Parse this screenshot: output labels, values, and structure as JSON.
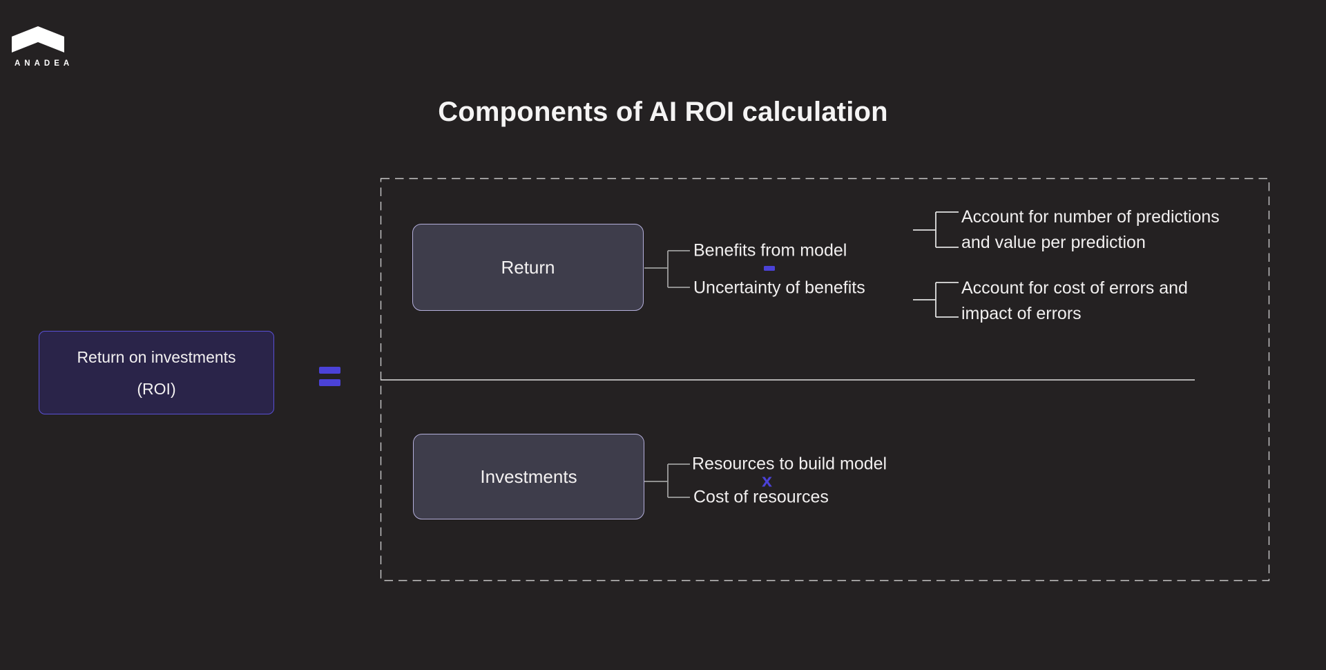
{
  "brand": {
    "name": "ANADEA"
  },
  "title": "Components of AI ROI calculation",
  "roi": {
    "line1": "Return on investments",
    "line2": "(ROI)"
  },
  "operators": {
    "equals": "=",
    "minus": "-",
    "multiply": "x"
  },
  "formula": {
    "numerator": {
      "label": "Return",
      "terms": [
        "Benefits from model",
        "Uncertainty of benefits"
      ],
      "annotations": [
        {
          "line1": "Account for number of predictions",
          "line2": "and value per prediction"
        },
        {
          "line1": "Account for cost of errors and",
          "line2": "impact of errors"
        }
      ]
    },
    "denominator": {
      "label": "Investments",
      "terms": [
        "Resources to build model",
        "Cost of resources"
      ]
    }
  },
  "colors": {
    "background": "#242122",
    "accent": "#4b42d8",
    "roi_box_fill": "#2a2449",
    "roi_box_border": "#5a50d6",
    "node_fill": "#3e3d4b",
    "node_border": "#b5b0dc",
    "text": "#f1efef",
    "connector_line": "#e2e2e2",
    "dashed_border": "#c9c9c9"
  }
}
